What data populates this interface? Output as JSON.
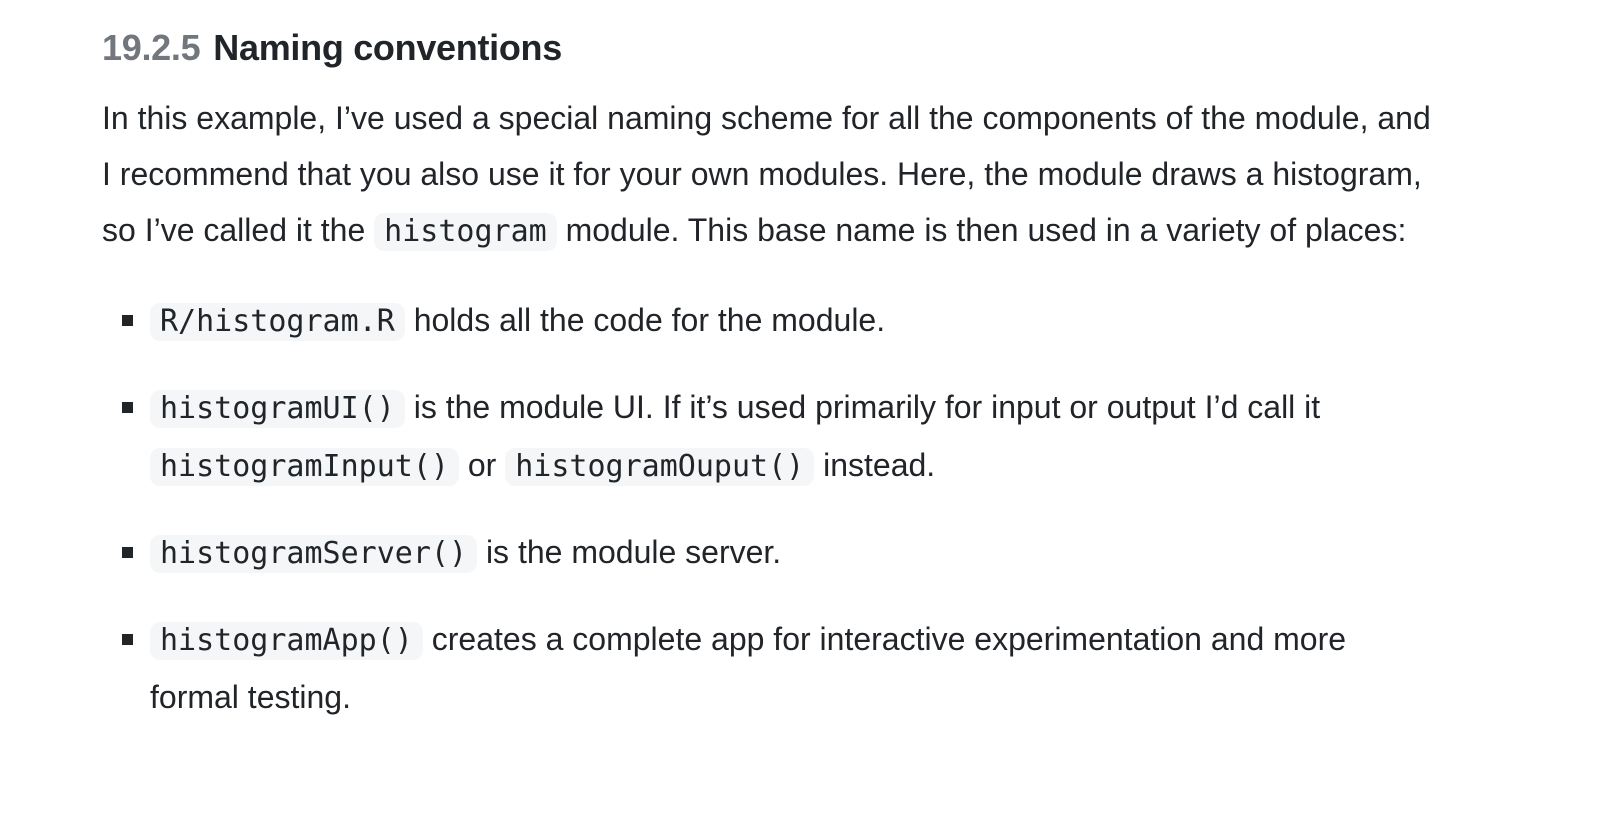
{
  "heading": {
    "section_number": "19.2.5",
    "title": "Naming conventions"
  },
  "paragraph": {
    "parts": [
      {
        "text": "In this example, I’ve used a special naming scheme for all the components of the module, and I recommend that you also use it for your own modules. Here, the module draws a histogram, so I’ve called it the "
      },
      {
        "code": "histogram"
      },
      {
        "text": " module. This base name is then used in a variety of places:"
      }
    ]
  },
  "list": {
    "items": [
      {
        "parts": [
          {
            "code": "R/histogram.R"
          },
          {
            "text": " holds all the code for the module."
          }
        ]
      },
      {
        "parts": [
          {
            "code": "histogramUI()"
          },
          {
            "text": " is the module UI. If it’s used primarily for input or output I’d call it "
          },
          {
            "code": "histogramInput()"
          },
          {
            "text": " or "
          },
          {
            "code": "histogramOuput()"
          },
          {
            "text": " instead."
          }
        ]
      },
      {
        "parts": [
          {
            "code": "histogramServer()"
          },
          {
            "text": " is the module server."
          }
        ]
      },
      {
        "parts": [
          {
            "code": "histogramApp()"
          },
          {
            "text": " creates a complete app for interactive experimentation and more formal testing."
          }
        ]
      }
    ]
  },
  "colors": {
    "body_text": "#212529",
    "section_number": "#72777d",
    "code_background": "#f5f6f7",
    "bullet": "#212529",
    "page_background": "#ffffff"
  }
}
